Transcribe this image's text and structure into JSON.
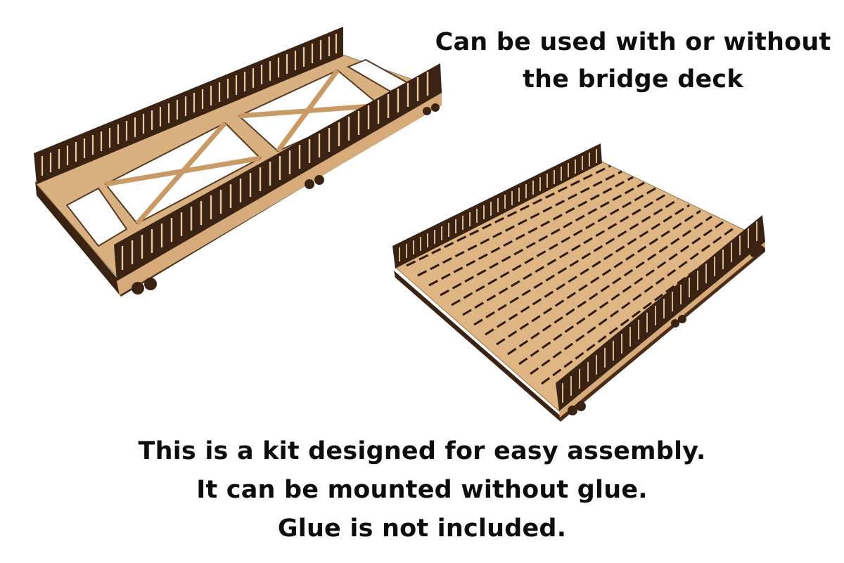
{
  "top_caption": {
    "line1": "Can be used with or without",
    "line2": "the bridge deck"
  },
  "bottom_caption": {
    "line1": "This is a kit designed for easy assembly.",
    "line2": "It can be mounted without glue.",
    "line3": "Glue is not included."
  },
  "colors": {
    "background": "#ffffff",
    "mdf_light": "#e2bd8e",
    "mdf_mid": "#cfa373",
    "mdf_dark": "#3b2314",
    "text": "#0d0d0d"
  }
}
